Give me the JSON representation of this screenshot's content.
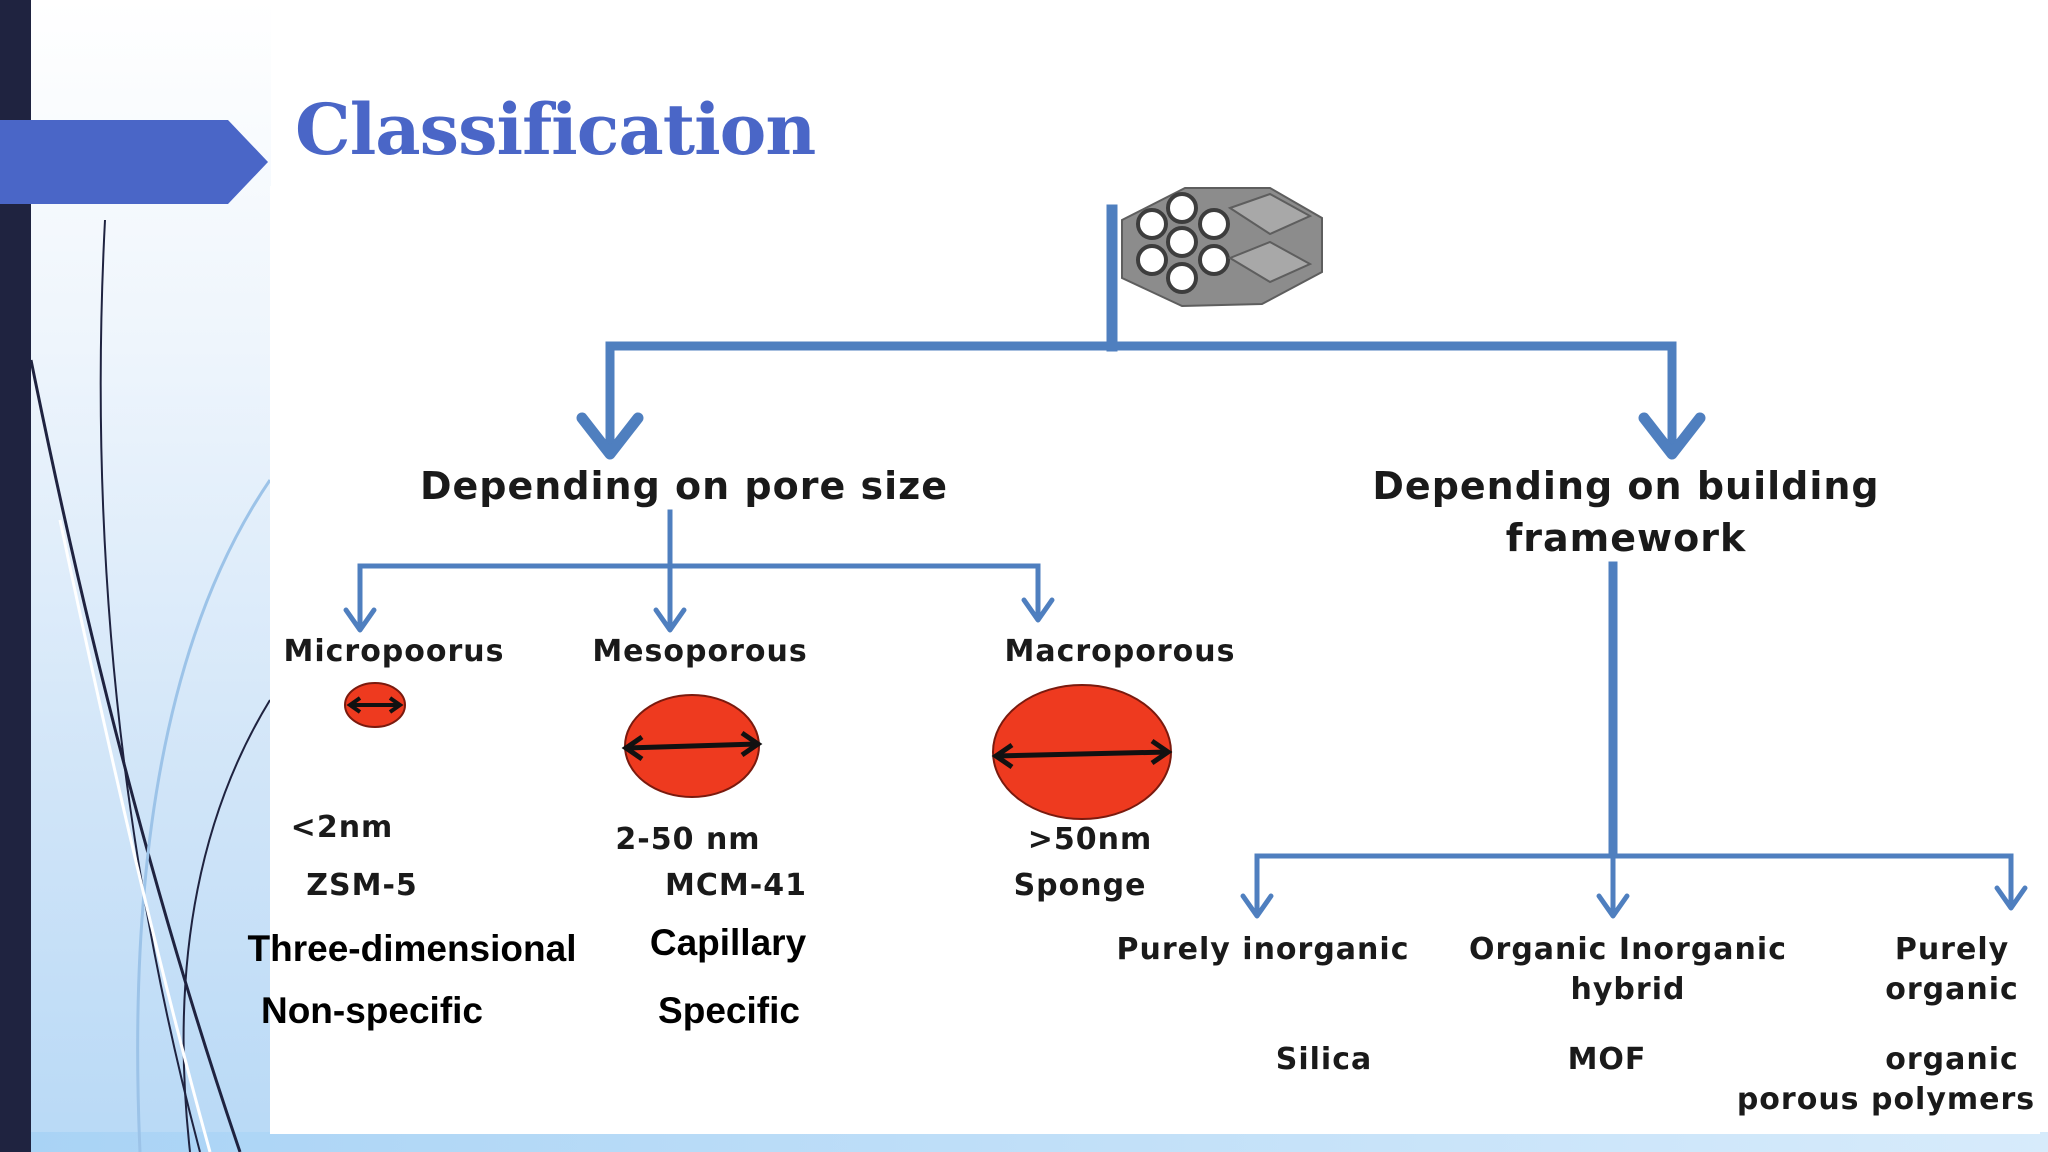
{
  "slide": {
    "title": "Classification"
  },
  "diagram": {
    "branches": [
      {
        "heading": "Depending on pore size",
        "categories": [
          {
            "label": "Micropoorus",
            "size": "<2nm",
            "example": "ZSM-5",
            "structure": "Three-dimensional",
            "specificity": "Non-specific"
          },
          {
            "label": "Mesoporous",
            "size": "2-50 nm",
            "example": "MCM-41",
            "structure": "Capillary",
            "specificity": "Specific"
          },
          {
            "label": "Macroporous",
            "size": ">50nm",
            "example": "Sponge"
          }
        ]
      },
      {
        "heading_line1": "Depending on building",
        "heading_line2": "framework",
        "categories": [
          {
            "label": "Purely inorganic",
            "example": "Silica"
          },
          {
            "label_line1": "Organic Inorganic",
            "label_line2": "hybrid",
            "example": "MOF"
          },
          {
            "label_line1": "Purely",
            "label_line2": "organic",
            "example_line1": "organic",
            "example_line2": "porous polymers"
          }
        ]
      }
    ],
    "pore_circles": [
      {
        "name": "micropore",
        "relative_size": "small"
      },
      {
        "name": "mesopore",
        "relative_size": "medium"
      },
      {
        "name": "macropore",
        "relative_size": "large"
      }
    ]
  },
  "colors": {
    "title": "#4a66c7",
    "connector": "#4f7fbf",
    "pore_fill": "#ee3a1f",
    "left_bar": "#1f2340",
    "title_arrow": "#4a66c7"
  },
  "icons": [
    "hexagonal-pore-structure-icon"
  ]
}
